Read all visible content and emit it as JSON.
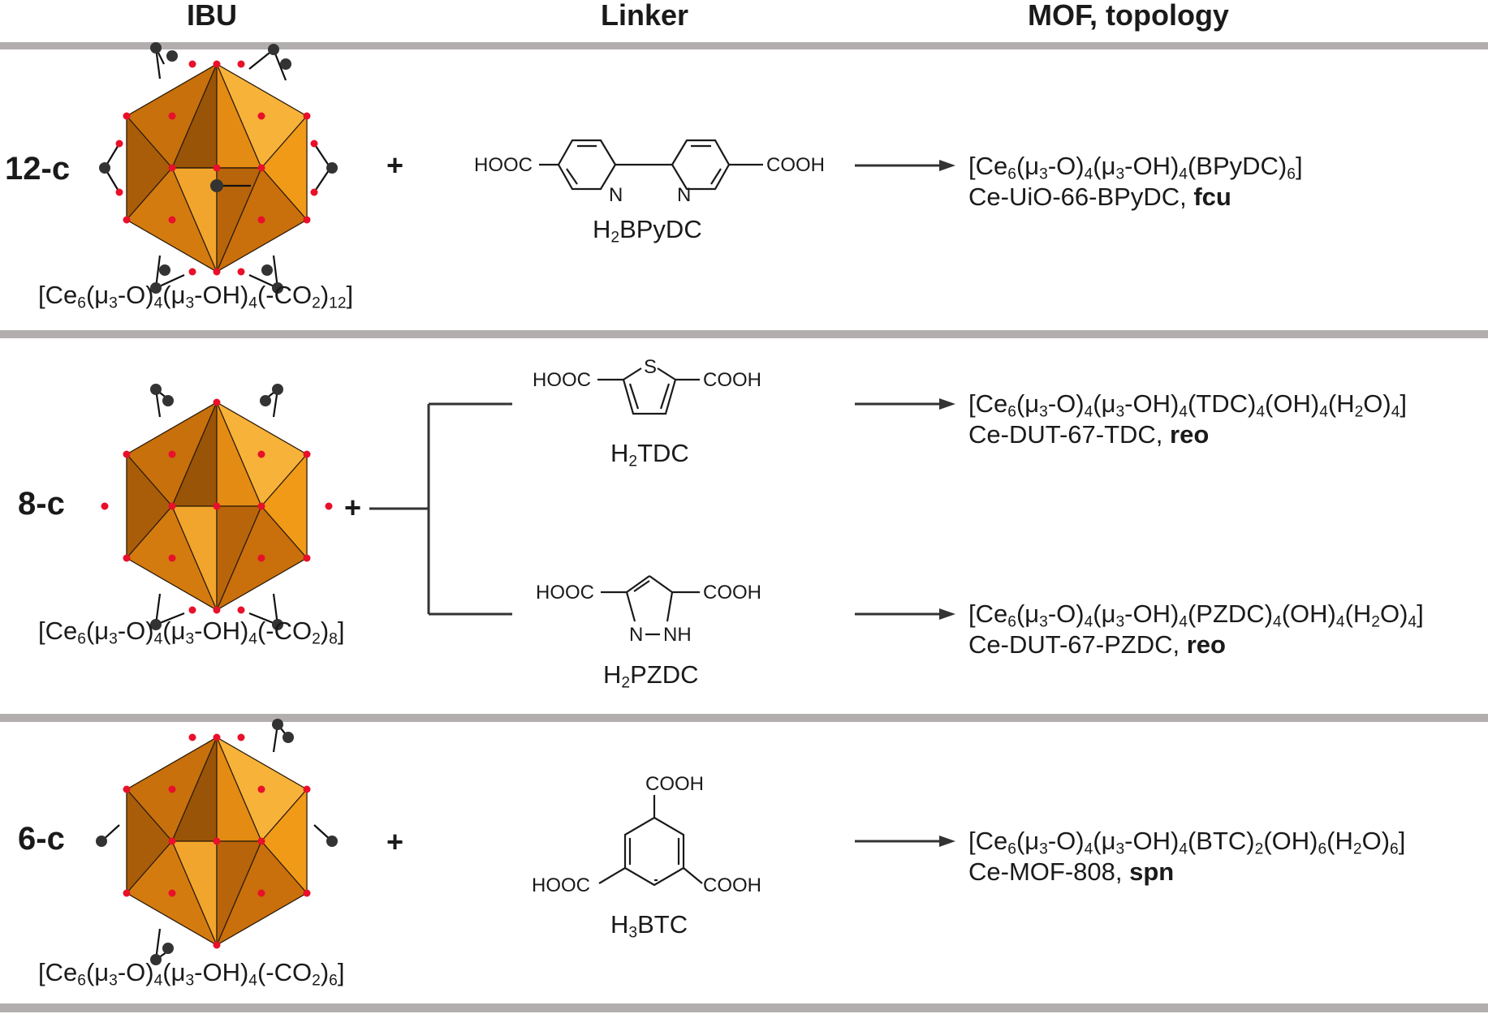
{
  "headers": {
    "ibu": "IBU",
    "linker": "Linker",
    "mof": "MOF, topology"
  },
  "rows": [
    {
      "connectivity": "12-c",
      "plus": "+",
      "ibu_formula": [
        "[Ce",
        "6",
        "(μ",
        "3",
        "-O)",
        "4",
        "(μ",
        "3",
        "-OH)",
        "4",
        "(-CO",
        "2",
        ")",
        "12",
        "]"
      ],
      "linker": {
        "name": [
          "H",
          "2",
          "BPyDC"
        ],
        "left_group": "HOOC",
        "right_group": "COOH",
        "atoms": [
          "N",
          "N"
        ]
      },
      "products": [
        {
          "formula": [
            "[Ce",
            "6",
            "(μ",
            "3",
            "-O)",
            "4",
            "(μ",
            "3",
            "-OH)",
            "4",
            "(BPyDC)",
            "6",
            "]"
          ],
          "name": "Ce-UiO-66-BPyDC, ",
          "topology": "fcu"
        }
      ]
    },
    {
      "connectivity": "8-c",
      "plus": "+",
      "ibu_formula": [
        "[Ce",
        "6",
        "(μ",
        "3",
        "-O)",
        "4",
        "(μ",
        "3",
        "-OH)",
        "4",
        "(-CO",
        "2",
        ")",
        "8",
        "]"
      ],
      "linkers": [
        {
          "name": [
            "H",
            "2",
            "TDC"
          ],
          "left_group": "HOOC",
          "right_group": "COOH",
          "atoms": [
            "S"
          ]
        },
        {
          "name": [
            "H",
            "2",
            "PZDC"
          ],
          "left_group": "HOOC",
          "right_group": "COOH",
          "atoms": [
            "N",
            "NH"
          ]
        }
      ],
      "products": [
        {
          "formula": [
            "[Ce",
            "6",
            "(μ",
            "3",
            "-O)",
            "4",
            "(μ",
            "3",
            "-OH)",
            "4",
            "(TDC)",
            "4",
            "(OH)",
            "4",
            "(H",
            "2",
            "O)",
            "4",
            "]"
          ],
          "name": "Ce-DUT-67-TDC, ",
          "topology": "reo"
        },
        {
          "formula": [
            "[Ce",
            "6",
            "(μ",
            "3",
            "-O)",
            "4",
            "(μ",
            "3",
            "-OH)",
            "4",
            "(PZDC)",
            "4",
            "(OH)",
            "4",
            "(H",
            "2",
            "O)",
            "4",
            "]"
          ],
          "name": "Ce-DUT-67-PZDC, ",
          "topology": "reo"
        }
      ]
    },
    {
      "connectivity": "6-c",
      "plus": "+",
      "ibu_formula": [
        "[Ce",
        "6",
        "(μ",
        "3",
        "-O)",
        "4",
        "(μ",
        "3",
        "-OH)",
        "4",
        "(-CO",
        "2",
        ")",
        "6",
        "]"
      ],
      "linker": {
        "name": [
          "H",
          "3",
          "BTC"
        ],
        "top_group": "COOH",
        "left_group": "HOOC",
        "right_group": "COOH"
      },
      "products": [
        {
          "formula": [
            "[Ce",
            "6",
            "(μ",
            "3",
            "-O)",
            "4",
            "(μ",
            "3",
            "-OH)",
            "4",
            "(BTC)",
            "2",
            "(OH)",
            "6",
            "(H",
            "2",
            "O)",
            "6",
            "]"
          ],
          "name": "Ce-MOF-808, ",
          "topology": "spn"
        }
      ]
    }
  ],
  "colors": {
    "rule": "#b3aeae",
    "polyhedron": "#e8940f",
    "oxygen": "#e8102a",
    "carbon": "#333333",
    "arrow": "#333333"
  }
}
